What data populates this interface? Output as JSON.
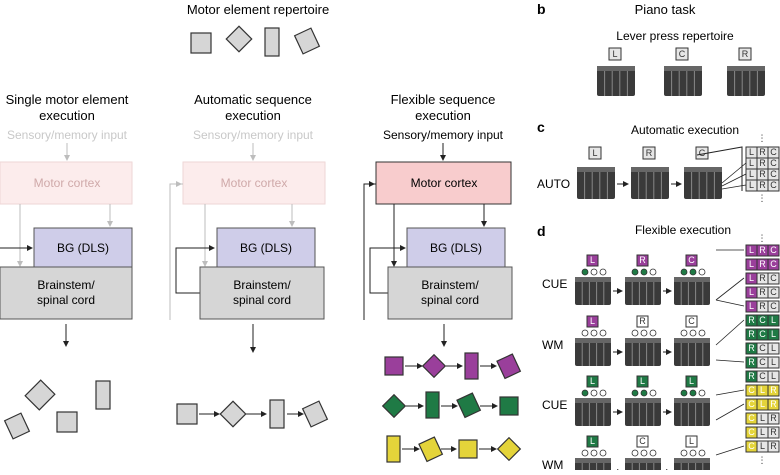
{
  "repertoire_title": "Motor element repertoire",
  "columns": [
    {
      "title_line1": "Single motor element",
      "title_line2": "execution",
      "input": "Sensory/memory input",
      "cortex": "Motor cortex",
      "bg": "BG (DLS)",
      "brainstem_line1": "Brainstem/",
      "brainstem_line2": "spinal cord"
    },
    {
      "title_line1": "Automatic sequence",
      "title_line2": "execution",
      "input": "Sensory/memory input",
      "cortex": "Motor cortex",
      "bg": "BG (DLS)",
      "brainstem_line1": "Brainstem/",
      "brainstem_line2": "spinal cord"
    },
    {
      "title_line1": "Flexible sequence",
      "title_line2": "execution",
      "input": "Sensory/memory input",
      "cortex": "Motor cortex",
      "bg": "BG (DLS)",
      "brainstem_line1": "Brainstem/",
      "brainstem_line2": "spinal cord"
    }
  ],
  "panel_b": {
    "letter": "b",
    "title": "Piano task",
    "subtitle": "Lever press repertoire",
    "levers": [
      "L",
      "C",
      "R"
    ]
  },
  "panel_c": {
    "letter": "c",
    "title": "Automatic execution",
    "row_label": "AUTO",
    "sequence": [
      "L",
      "R",
      "C"
    ],
    "grid_rows": [
      [
        "L",
        "R",
        "C"
      ],
      [
        "L",
        "R",
        "C"
      ],
      [
        "L",
        "R",
        "C"
      ]
    ]
  },
  "panel_d": {
    "letter": "d",
    "title": "Flexible execution",
    "rows": [
      {
        "label": "CUE",
        "levers": [
          "L",
          "R",
          "C"
        ],
        "color": "#9a3f9b"
      },
      {
        "label": "WM",
        "levers": [
          "L",
          "R",
          "C"
        ],
        "color": "#9a3f9b"
      },
      {
        "label": "CUE",
        "levers": [
          "L",
          "L",
          "L"
        ],
        "color": "#1f7a45"
      },
      {
        "label": "WM",
        "levers": [
          "L",
          "C",
          "L"
        ],
        "color": "#1f7a45"
      }
    ],
    "grid_rows": [
      [
        "L",
        "R",
        "C"
      ],
      [
        "L",
        "R",
        "C"
      ],
      [
        "L",
        "R",
        "C"
      ],
      [
        "L",
        "R",
        "C"
      ],
      [
        "L",
        "R",
        "C"
      ],
      [
        "R",
        "C",
        "L"
      ],
      [
        "R",
        "C",
        "L"
      ],
      [
        "R",
        "C",
        "L"
      ],
      [
        "R",
        "C",
        "L"
      ],
      [
        "R",
        "C",
        "L"
      ],
      [
        "C",
        "L",
        "R"
      ],
      [
        "C",
        "L",
        "R"
      ],
      [
        "C",
        "L",
        "R"
      ],
      [
        "C",
        "L",
        "R"
      ],
      [
        "C",
        "L",
        "R"
      ]
    ]
  },
  "colors": {
    "cortex_active": "#f8cccd",
    "cortex_faded": "#fcecec",
    "bg_box": "#cfcde9",
    "brainstem": "#d6d6d6",
    "purple": "#9a3f9b",
    "green": "#1f7a45",
    "yellow": "#e4d43a"
  }
}
